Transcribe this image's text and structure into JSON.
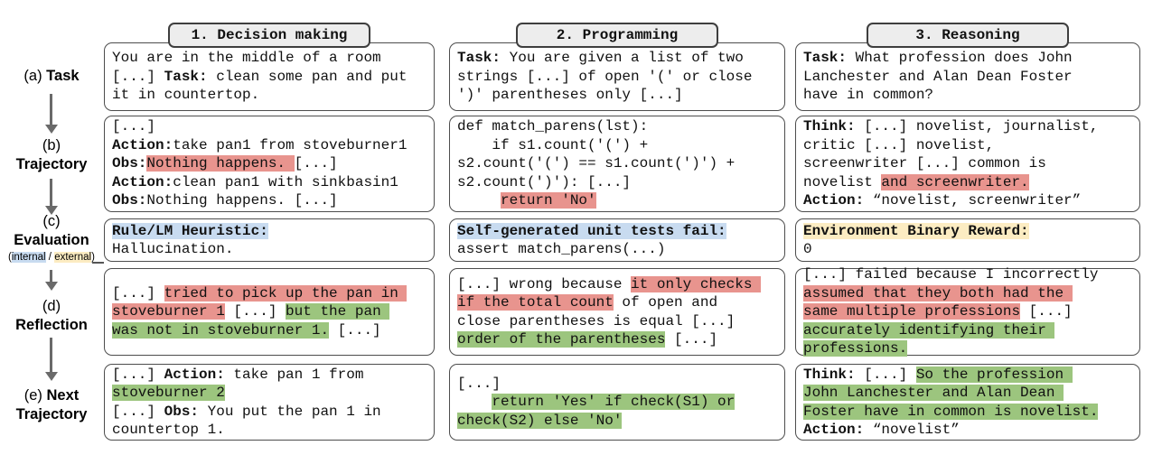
{
  "colors": {
    "red": "#e8948e",
    "green": "#9cc57e",
    "blue": "#c8dbf0",
    "yellow": "#fcecc2"
  },
  "rail": {
    "a": {
      "pre": "(a) ",
      "main": "Task"
    },
    "b": {
      "pre": "(b)",
      "main": "Trajectory"
    },
    "c": {
      "pre": "(c)",
      "main": "Evaluation",
      "sub": [
        {
          "t": "("
        },
        {
          "t": "internal",
          "hl": "blue"
        },
        {
          "t": " / "
        },
        {
          "t": "external",
          "hl": "yellow"
        },
        {
          "t": ")"
        }
      ]
    },
    "d": {
      "pre": "(d)",
      "main": "Reflection"
    },
    "e": {
      "pre": "(e) ",
      "main": "Next",
      "main2": "Trajectory"
    }
  },
  "columns": [
    {
      "header": "1. Decision making",
      "cells": {
        "task": [
          {
            "t": "You are in the middle of a room\n[...] "
          },
          {
            "t": "Task:",
            "b": true
          },
          {
            "t": " clean some pan and put\nit in countertop."
          }
        ],
        "trajectory": [
          {
            "t": "[...]\n"
          },
          {
            "t": "Action:",
            "b": true
          },
          {
            "t": "take pan1 from stoveburner1\n"
          },
          {
            "t": "Obs:",
            "b": true
          },
          {
            "t": "Nothing happens. ",
            "hl": "red"
          },
          {
            "t": "[...]\n"
          },
          {
            "t": "Action:",
            "b": true
          },
          {
            "t": "clean pan1 with sinkbasin1\n"
          },
          {
            "t": "Obs:",
            "b": true
          },
          {
            "t": "Nothing happens. [...]"
          }
        ],
        "evaluation": [
          {
            "t": "Rule/LM Heuristic:",
            "b": true,
            "hl": "blue"
          },
          {
            "t": "\nHallucination."
          }
        ],
        "reflection": [
          {
            "t": "[...] "
          },
          {
            "t": "tried to pick up the pan in \nstoveburner 1",
            "hl": "red"
          },
          {
            "t": " [...] "
          },
          {
            "t": "but the pan \nwas not in stoveburner 1.",
            "hl": "green"
          },
          {
            "t": " [...]"
          }
        ],
        "next": [
          {
            "t": "[...] "
          },
          {
            "t": "Action:",
            "b": true
          },
          {
            "t": " take pan 1 from\n"
          },
          {
            "t": "stoveburner 2",
            "hl": "green"
          },
          {
            "t": "\n[...] "
          },
          {
            "t": "Obs:",
            "b": true
          },
          {
            "t": " You put the pan 1 in\ncountertop 1."
          }
        ]
      }
    },
    {
      "header": "2. Programming",
      "cells": {
        "task": [
          {
            "t": "Task:",
            "b": true
          },
          {
            "t": " You are given a list of two\nstrings [...] of open '(' or close\n')' parentheses only [...]"
          }
        ],
        "trajectory": [
          {
            "t": "def match_parens(lst):\n    if s1.count('(') +\ns2.count('(') == s1.count(')') +\ns2.count(')'): [...]\n     "
          },
          {
            "t": "return 'No'",
            "hl": "red"
          }
        ],
        "evaluation": [
          {
            "t": "Self-generated unit tests fail:",
            "b": true,
            "hl": "blue"
          },
          {
            "t": "\nassert match_parens(...)"
          }
        ],
        "reflection": [
          {
            "t": "[...] wrong because "
          },
          {
            "t": "it only checks \nif the total count",
            "hl": "red"
          },
          {
            "t": " of open and\nclose parentheses is equal [...]\n"
          },
          {
            "t": "order of the parentheses",
            "hl": "green"
          },
          {
            "t": " [...]"
          }
        ],
        "next": [
          {
            "t": "[...]\n    "
          },
          {
            "t": "return 'Yes' if check(S1) or\ncheck(S2) else 'No'",
            "hl": "green"
          }
        ]
      }
    },
    {
      "header": "3. Reasoning",
      "cells": {
        "task": [
          {
            "t": "Task:",
            "b": true
          },
          {
            "t": " What profession does John\nLanchester and Alan Dean Foster\nhave in common?"
          }
        ],
        "trajectory": [
          {
            "t": "Think:",
            "b": true
          },
          {
            "t": " [...] novelist, journalist,\ncritic [...] novelist,\nscreenwriter [...] common is\nnovelist "
          },
          {
            "t": "and screenwriter.",
            "hl": "red"
          },
          {
            "t": "\n"
          },
          {
            "t": "Action:",
            "b": true
          },
          {
            "t": " “novelist, screenwriter”"
          }
        ],
        "evaluation": [
          {
            "t": "Environment Binary Reward:",
            "b": true,
            "hl": "yellow"
          },
          {
            "t": "\n0"
          }
        ],
        "reflection": [
          {
            "t": "[...] failed because I incorrectly\n"
          },
          {
            "t": "assumed that they both had the \nsame multiple professions",
            "hl": "red"
          },
          {
            "t": " [...]\n"
          },
          {
            "t": "accurately identifying their \nprofessions.",
            "hl": "green"
          }
        ],
        "next": [
          {
            "t": "Think:",
            "b": true
          },
          {
            "t": " [...] "
          },
          {
            "t": "So the profession \nJohn Lanchester and Alan Dean \nFoster have in common is novelist.",
            "hl": "green"
          },
          {
            "t": "\n"
          },
          {
            "t": "Action:",
            "b": true
          },
          {
            "t": " “novelist”"
          }
        ]
      }
    }
  ]
}
